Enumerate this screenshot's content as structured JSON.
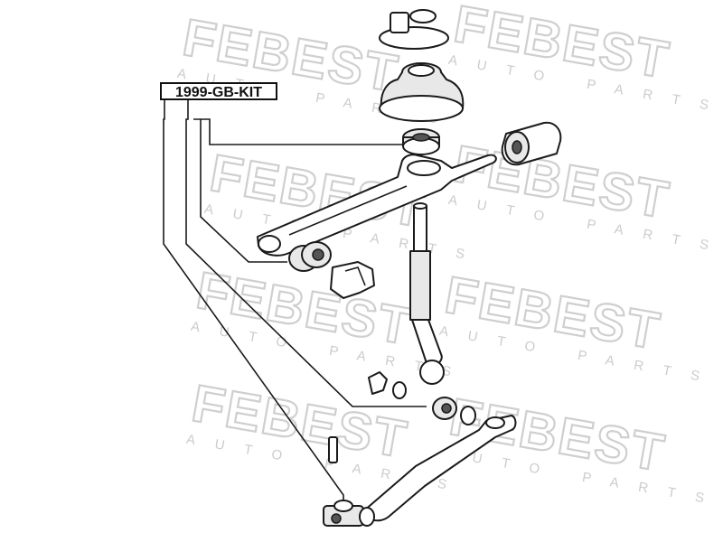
{
  "diagram": {
    "part_label": "1999-GB-KIT",
    "watermark": {
      "brand": "FEBEST",
      "subtitle": "AUTO PARTS"
    }
  }
}
